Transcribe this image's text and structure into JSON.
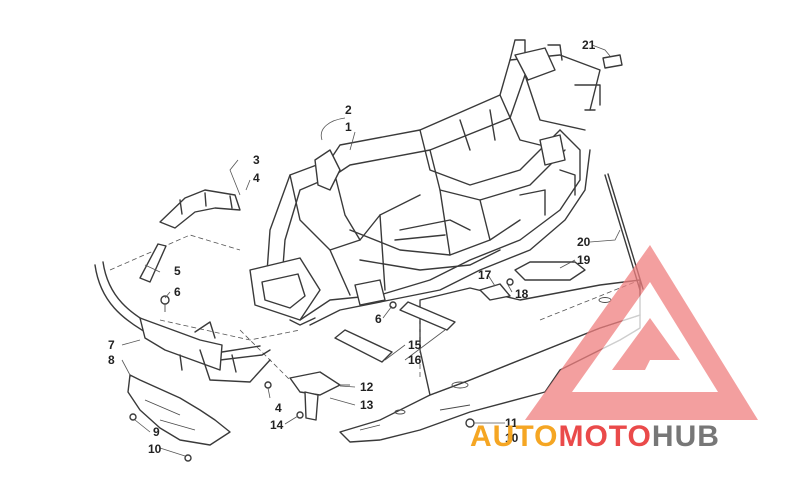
{
  "callouts": {
    "c1": "1",
    "c2": "2",
    "c3": "3",
    "c4a": "4",
    "c4b": "4",
    "c5": "5",
    "c6a": "6",
    "c6b": "6",
    "c7": "7",
    "c8": "8",
    "c9": "9",
    "c10a": "10",
    "c10b": "10",
    "c11": "11",
    "c12": "12",
    "c13": "13",
    "c14": "14",
    "c15": "15",
    "c16": "16",
    "c17": "17",
    "c18": "18",
    "c19": "19",
    "c20": "20",
    "c21": "21"
  },
  "watermark": {
    "part1": "AUTO",
    "part2": "MOTO",
    "part3": "HUB",
    "color_orange": "#f5a623",
    "color_red": "#ea4a4a",
    "color_gray": "#777777",
    "logo_color": "#f08080"
  }
}
